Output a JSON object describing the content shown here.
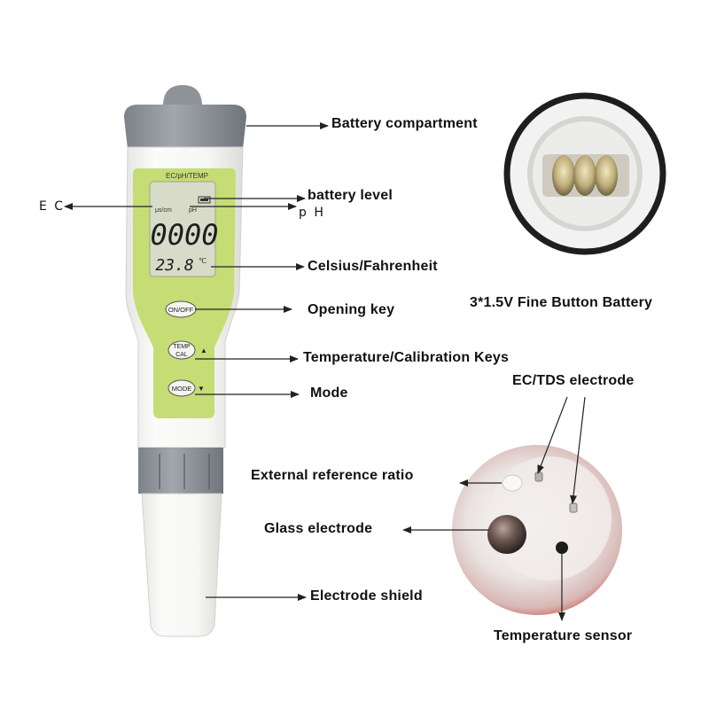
{
  "device": {
    "screen_header": "EC/pH/TEMP",
    "unit_left": "μs/cm",
    "unit_right": "pH",
    "main_reading": "0000",
    "temp_reading": "23.8",
    "temp_unit": "℃",
    "btn_onoff": "ON/OFF",
    "btn_temp_line1": "TEMP",
    "btn_temp_line2": "CAL",
    "btn_mode": "MODE",
    "arrow_up": "▲",
    "arrow_down": "▼"
  },
  "labels": {
    "battery_compartment": "Battery compartment",
    "battery_level": "battery level",
    "ec": "E C",
    "ph": "p H",
    "celsius": "Celsius/Fahrenheit",
    "opening_key": "Opening key",
    "temp_cal_keys": "Temperature/Calibration Keys",
    "mode": "Mode",
    "electrode_shield": "Electrode shield",
    "battery_caption": "3*1.5V Fine Button Battery",
    "ec_tds_electrode": "EC/TDS electrode",
    "external_ref": "External reference ratio",
    "glass_electrode": "Glass electrode",
    "temperature_sensor": "Temperature sensor"
  },
  "colors": {
    "body": "#f7f7f5",
    "cap_gray": "#8a9096",
    "lime_panel": "#c6dc74",
    "lcd_bg": "#d9dbc9",
    "arrow": "#222222"
  }
}
